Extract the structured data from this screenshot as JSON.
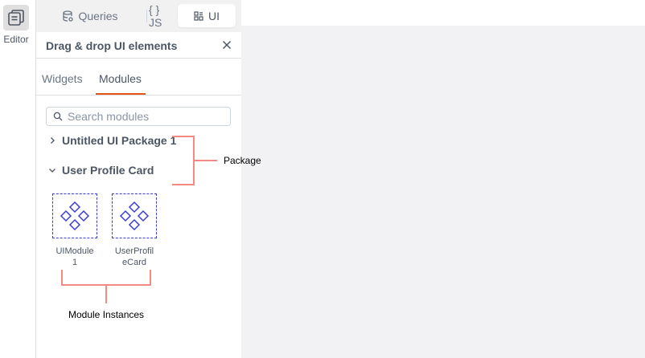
{
  "rail": {
    "editor_label": "Editor"
  },
  "segmented": {
    "queries_label": "Queries",
    "js_label": "{ } JS",
    "ui_label": "UI",
    "active": "UI"
  },
  "panel": {
    "title": "Drag & drop UI elements",
    "tabs": {
      "widgets": "Widgets",
      "modules": "Modules",
      "active": "Modules"
    },
    "search": {
      "placeholder": "Search modules",
      "value": ""
    },
    "packages": [
      {
        "label": "Untitled UI Package 1",
        "expanded": false
      },
      {
        "label": "User Profile Card",
        "expanded": true
      }
    ],
    "modules": [
      {
        "line1": "UIModule",
        "line2": "1"
      },
      {
        "line1": "UserProfil",
        "line2": "eCard"
      }
    ]
  },
  "annotations": {
    "package_label": "Package",
    "module_instances_label": "Module Instances"
  },
  "colors": {
    "accent": "#e15615",
    "module_icon": "#3b3fcf",
    "annotation": "#f28b84",
    "canvas_bg": "#f2f2f4"
  },
  "icons": {
    "editor": "editor-pages-icon",
    "queries": "database-icon",
    "ui": "widgets-grid-icon",
    "close": "close-icon",
    "search": "search-icon",
    "collapsed": "chevron-right-icon",
    "expanded": "chevron-down-icon",
    "module": "module-diamond-icon"
  }
}
